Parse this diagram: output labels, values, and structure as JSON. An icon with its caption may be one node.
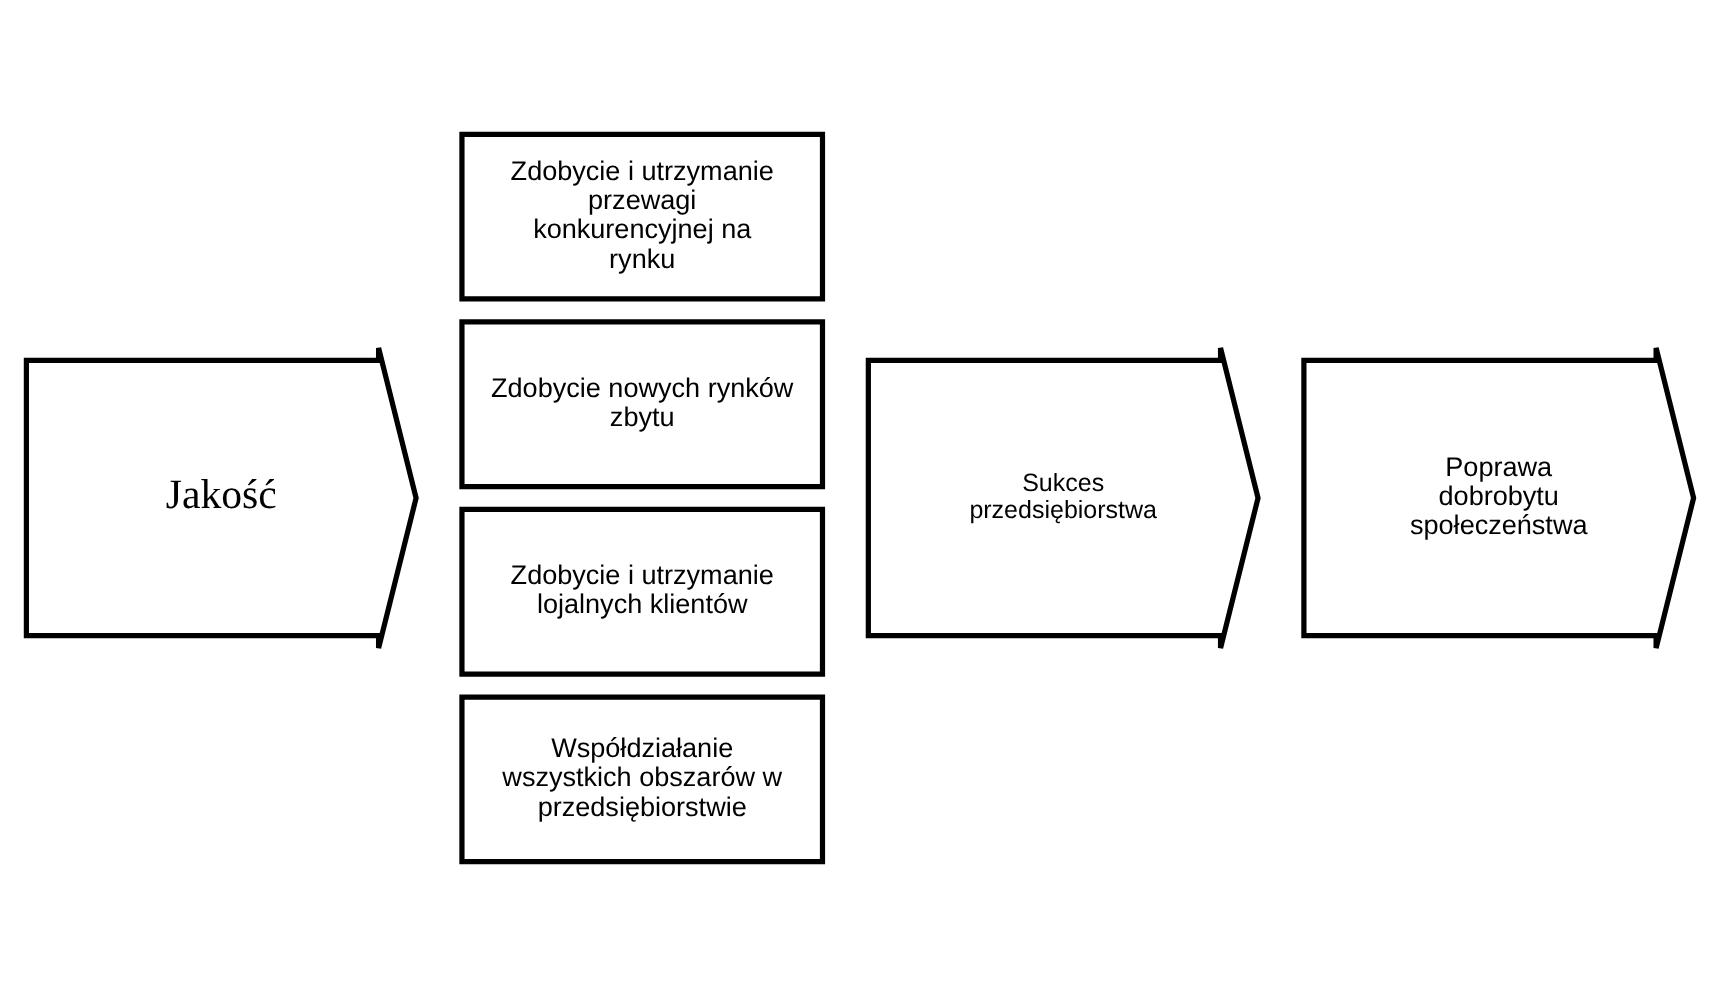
{
  "diagram": {
    "nodes": [
      {
        "text": [
          "Jakość"
        ]
      },
      {
        "text": [
          "Zdobycie i utrzymanie przewagi konkurencyjnej na rynku"
        ]
      },
      {
        "text": [
          "Zdobycie nowych rynków zbytu"
        ]
      },
      {
        "text": [
          "Zdobycie i utrzymanie lojalnych klientów"
        ]
      },
      {
        "text": [
          "Współdziałanie wszystkich obszarów w przedsiębiorstwie"
        ]
      },
      {
        "text": [
          "Sukces przedsiębiorstwa"
        ]
      },
      {
        "text": [
          "Poprawa dobrobytu społeczeństwa"
        ]
      }
    ]
  }
}
